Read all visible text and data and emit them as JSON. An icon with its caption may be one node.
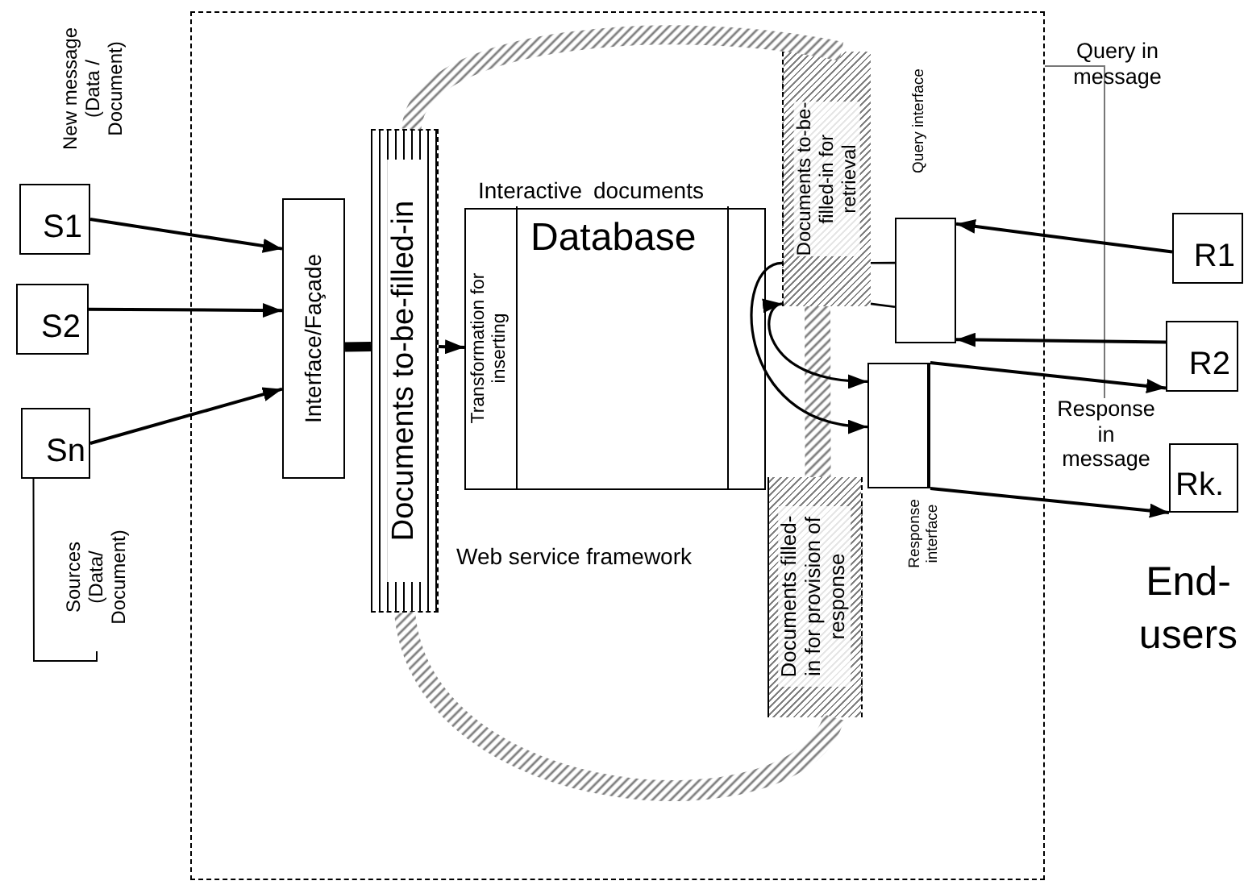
{
  "diagram": {
    "nodes": [
      {
        "text": [
          "Web service framework"
        ]
      },
      {
        "text": [
          "S1"
        ]
      },
      {
        "text": [
          "S2"
        ]
      },
      {
        "text": [
          "Sn"
        ]
      },
      {
        "text": [
          "Sources (Data/ Document)"
        ]
      },
      {
        "text": [
          "Interface/Façade"
        ],
        "in": 0
      },
      {
        "text": [
          "Documents to-be-filled-in"
        ],
        "in": 0
      },
      {
        "text": [
          "Interactive documents"
        ],
        "in": 0
      },
      {
        "text": [
          "Transformation for inserting"
        ],
        "in": 7
      },
      {
        "text": [
          "Database"
        ],
        "in": 7
      },
      {
        "text": [
          "Documents to-be- filled-in for retrieval"
        ],
        "in": 0
      },
      {
        "text": [
          "Documents filled- in for provision of response"
        ],
        "in": 0
      },
      {
        "text": [],
        "shape": "box",
        "beside": [
          "Query interface"
        ],
        "in": 0
      },
      {
        "text": [],
        "shape": "box",
        "beside": [
          "Response interface"
        ],
        "in": 0
      },
      {
        "text": [
          "R1"
        ]
      },
      {
        "text": [
          "R2"
        ]
      },
      {
        "text": [
          "Rk."
        ]
      }
    ],
    "edges": [
      {
        "from": 1,
        "to": 5,
        "arrow": "to"
      },
      {
        "from": 2,
        "to": 5,
        "arrow": "to"
      },
      {
        "from": 3,
        "to": 5,
        "arrow": "to"
      },
      {
        "from": 4,
        "to": 3,
        "arrow": "none"
      },
      {
        "from": 5,
        "to": 6,
        "arrow": "none",
        "style": "thick"
      },
      {
        "from": 6,
        "to": 8,
        "arrow": "to"
      },
      {
        "from": 6,
        "to": 10,
        "arrow": "none",
        "style": "thick",
        "color": "#808080"
      },
      {
        "from": 6,
        "to": 11,
        "arrow": "none",
        "style": "thick",
        "color": "#808080"
      },
      {
        "from": 10,
        "to": 11,
        "arrow": "none",
        "style": "thick",
        "color": "#808080"
      },
      {
        "from": 14,
        "to": 12,
        "arrow": "to"
      },
      {
        "from": 15,
        "to": 12,
        "arrow": "to"
      },
      {
        "from": 13,
        "to": 15,
        "arrow": "to"
      },
      {
        "from": 13,
        "to": 16,
        "arrow": "to"
      },
      {
        "from": 12,
        "to": 10,
        "arrow": "none"
      },
      {
        "from": 12,
        "to": 10,
        "arrow": "none"
      },
      {
        "from": 10,
        "to": 13,
        "arrow": "to"
      },
      {
        "from": 10,
        "to": 13,
        "arrow": "both"
      }
    ],
    "labels": [
      "New message (Data / Document)",
      "Query in message",
      "Response in message",
      "End- users"
    ]
  }
}
